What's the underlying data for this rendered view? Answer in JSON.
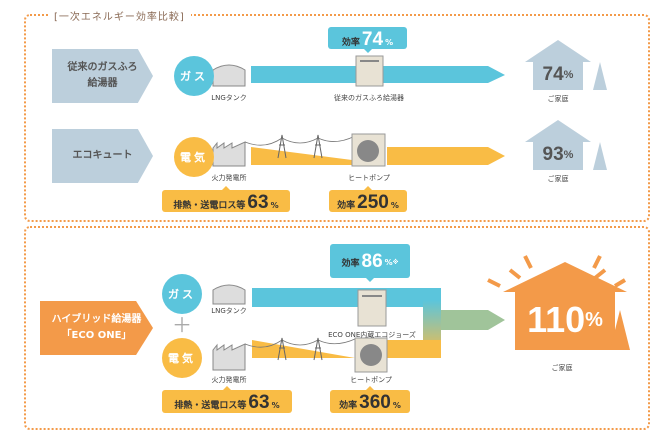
{
  "title": "[一次エネルギー効率比較]",
  "rows": [
    {
      "label": "従来のガスふろ給湯器",
      "source": "ガス",
      "source_item": "LNGタンク",
      "device": "従来のガスふろ給湯器",
      "efficiency_label": "効率",
      "efficiency": "74",
      "unit": "%",
      "home_value": "74",
      "home_label": "ご家庭"
    },
    {
      "label": "エコキュート",
      "source": "電気",
      "source_item": "火力発電所",
      "device": "ヒートポンプ",
      "loss_label": "排熱・送電ロス等",
      "loss": "63",
      "efficiency_label": "効率",
      "efficiency": "250",
      "unit": "%",
      "home_value": "93",
      "home_label": "ご家庭"
    }
  ],
  "hybrid": {
    "label_line1": "ハイブリッド給湯器",
    "label_line2": "「ECO ONE」",
    "gas": "ガス",
    "plus": "＋",
    "electric": "電気",
    "gas_item": "LNGタンク",
    "elec_item": "火力発電所",
    "gas_device": "ECO ONE内蔵エコジョーズ",
    "elec_device": "ヒートポンプ",
    "gas_eff_label": "効率",
    "gas_eff": "86",
    "gas_eff_note": "※",
    "loss_label": "排熱・送電ロス等",
    "loss": "63",
    "hp_eff_label": "効率",
    "hp_eff": "360",
    "unit": "%",
    "home_value": "110",
    "home_label": "ご家庭"
  },
  "colors": {
    "gas": "#5bc5dc",
    "electric": "#f9bc45",
    "hybrid": "#f39a49",
    "gray": "#bccfdc"
  }
}
